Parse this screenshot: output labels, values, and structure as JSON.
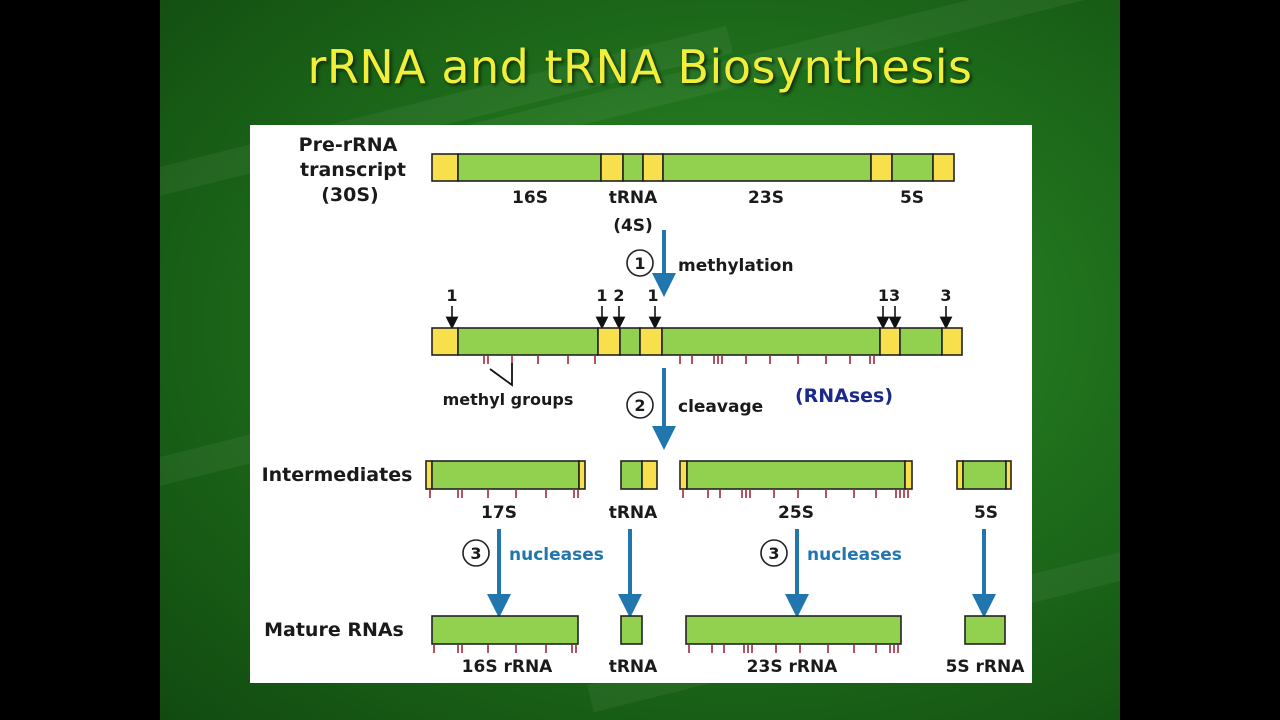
{
  "title": "rRNA and tRNA Biosynthesis",
  "labels": {
    "pre_line1": "Pre-rRNA",
    "pre_line2": "transcript",
    "pre_line3": "(30S)",
    "s16": "16S",
    "trna": "tRNA",
    "trna4s": "(4S)",
    "s23": "23S",
    "s5": "5S",
    "step1_num": "1",
    "methylation": "methylation",
    "site1a": "1",
    "site1b": "1",
    "site2": "2",
    "site1c": "1",
    "site13": "13",
    "site3": "3",
    "methyl_groups": "methyl groups",
    "step2_num": "2",
    "cleavage": "cleavage",
    "rnases": "(RNAses)",
    "intermediates": "Intermediates",
    "s17": "17S",
    "int_trna": "tRNA",
    "s25": "25S",
    "int_5s": "5S",
    "step3a_num": "3",
    "nucleases_a": "nucleases",
    "step3b_num": "3",
    "nucleases_b": "nucleases",
    "mature": "Mature RNAs",
    "m16s": "16S rRNA",
    "m_trna": "tRNA",
    "m23s": "23S rRNA",
    "m5s": "5S rRNA"
  },
  "colors": {
    "segment_green": "#92d050",
    "segment_yellow": "#f7e04b",
    "arrow_blue": "#2176ae",
    "methyl_red": "#a3283a",
    "title_yellow": "#f2ef3c"
  }
}
